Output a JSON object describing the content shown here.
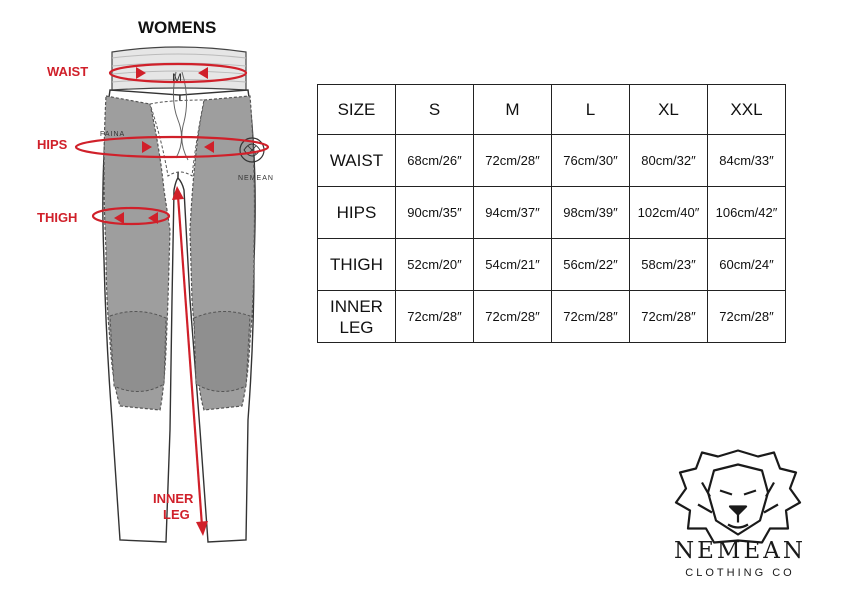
{
  "figure": {
    "title": "WOMENS",
    "labels": {
      "waist": "WAIST",
      "hips": "HIPS",
      "thigh": "THIGH",
      "inner_leg_line1": "INNER",
      "inner_leg_line2": "LEG"
    },
    "garment_prints": {
      "waist_letter": "M",
      "hip_text": "FAINA",
      "leg_text": "NEMEAN"
    },
    "colors": {
      "measure_red": "#d0202a",
      "panel_gray": "#9e9e9e",
      "outline": "#333333"
    }
  },
  "size_table": {
    "header": [
      "SIZE",
      "S",
      "M",
      "L",
      "XL",
      "XXL"
    ],
    "rows": [
      {
        "label": "WAIST",
        "values": [
          "68cm/26″",
          "72cm/28″",
          "76cm/30″",
          "80cm/32″",
          "84cm/33″"
        ]
      },
      {
        "label": "HIPS",
        "values": [
          "90cm/35″",
          "94cm/37″",
          "98cm/39″",
          "102cm/40″",
          "106cm/42″"
        ]
      },
      {
        "label": "THIGH",
        "values": [
          "52cm/20″",
          "54cm/21″",
          "56cm/22″",
          "58cm/23″",
          "60cm/24″"
        ]
      },
      {
        "label_line1": "INNER",
        "label_line2": "LEG",
        "values": [
          "72cm/28″",
          "72cm/28″",
          "72cm/28″",
          "72cm/28″",
          "72cm/28″"
        ]
      }
    ]
  },
  "brand": {
    "name": "NEMEAN",
    "subtitle": "CLOTHING CO",
    "logo_icon": "lion-head-icon"
  }
}
